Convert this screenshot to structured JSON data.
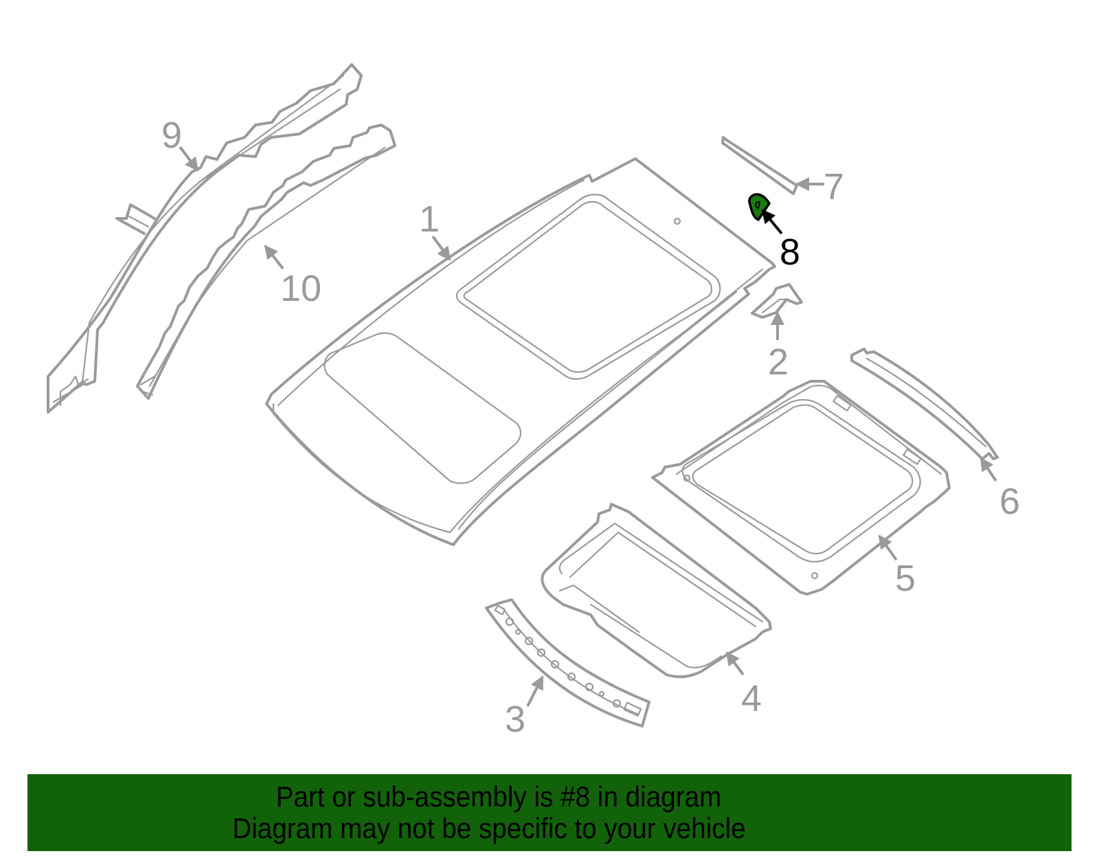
{
  "diagram": {
    "title": "Roof & Components parts diagram",
    "highlighted_part": "8",
    "colors": {
      "part_stroke": "#9a9a9a",
      "highlight_fill": "#1a7a10",
      "highlight_stroke": "#000000",
      "banner_bg": "#12620a",
      "banner_text": "#000000"
    },
    "callouts": [
      {
        "number": "1",
        "part": "roof-panel"
      },
      {
        "number": "2",
        "part": "bracket"
      },
      {
        "number": "3",
        "part": "front-roof-rail"
      },
      {
        "number": "4",
        "part": "sunroof-frame"
      },
      {
        "number": "5",
        "part": "roof-reinforcement-frame"
      },
      {
        "number": "6",
        "part": "rear-roof-rail"
      },
      {
        "number": "7",
        "part": "molding-strip"
      },
      {
        "number": "8",
        "part": "plug",
        "highlighted": true
      },
      {
        "number": "9",
        "part": "outer-side-rail"
      },
      {
        "number": "10",
        "part": "inner-side-rail"
      }
    ]
  },
  "banner": {
    "line1": "Part or sub-assembly is #8 in diagram",
    "line2": "Diagram may not be specific to your vehicle"
  }
}
